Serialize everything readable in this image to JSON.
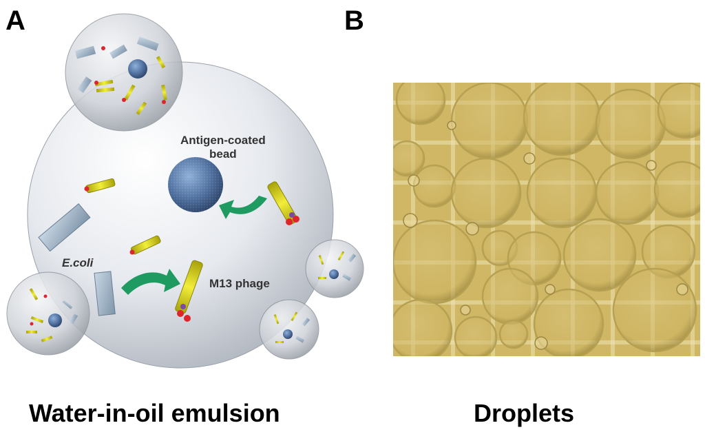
{
  "panels": {
    "a": {
      "letter": "A",
      "caption": "Water-in-oil emulsion"
    },
    "b": {
      "letter": "B",
      "caption": "Droplets"
    }
  },
  "labels": {
    "antigen_bead": "Antigen-coated\nbead",
    "ecoli": "E.coli",
    "phage": "M13 phage"
  },
  "colors": {
    "droplet_fill": "#d4d8de",
    "bead": "#4f6f9e",
    "ecoli": "#9fb2c4",
    "phage_body": "#e3df1a",
    "phage_tip": "#e0242c",
    "arrow": "#1f9a60",
    "photo_bg": "#cfb766"
  }
}
